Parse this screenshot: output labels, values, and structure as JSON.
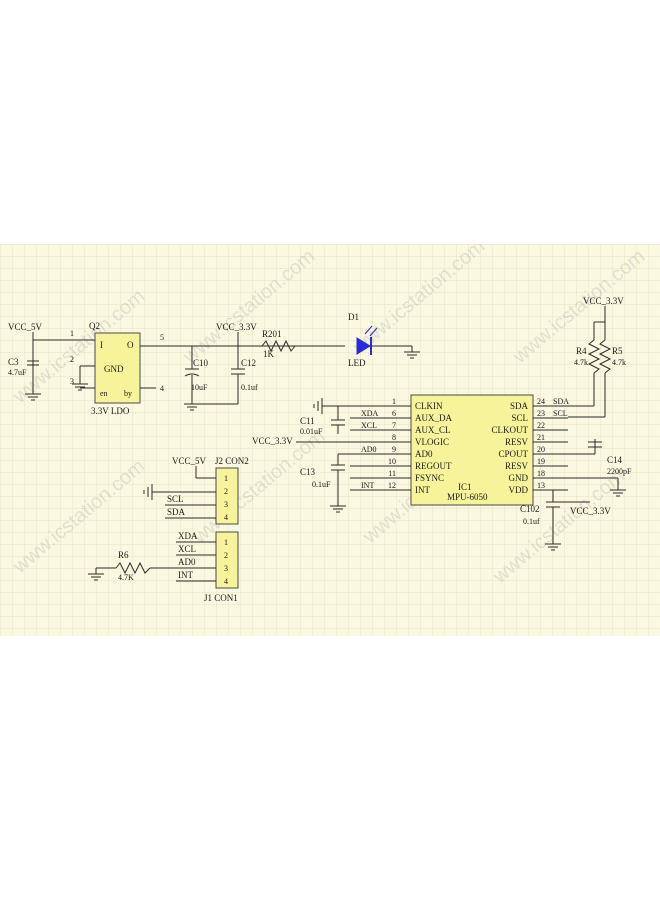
{
  "watermark": "www.icstation.com",
  "colors": {
    "grid_bg": "#fbf8e2",
    "grid_line": "#e2dcb8",
    "chip_fill": "#f6f39a",
    "led": "#2a2ad6"
  },
  "ldo": {
    "ref": "Q2",
    "pin_i": "I",
    "pin_o": "O",
    "pin_gnd": "GND",
    "pin_en": "en",
    "pin_by": "by",
    "name": "3.3V LDO",
    "pin1": "1",
    "pin2": "2",
    "pin3": "3",
    "pin4": "4",
    "pin5": "5"
  },
  "power": {
    "vcc5_a": "VCC_5V",
    "vcc33_a": "VCC_3.3V",
    "vcc33_b": "VCC_3.3V",
    "vcc33_c": "VCC_3.3V",
    "vcc33_d": "VCC_3.3V",
    "vcc5_b": "VCC_5V"
  },
  "caps": {
    "c3_ref": "C3",
    "c3_val": "4.7uF",
    "c10_ref": "C10",
    "c10_val": "10uF",
    "c12_ref": "C12",
    "c12_val": "0.1uf",
    "c11_ref": "C11",
    "c11_val": "0.01uF",
    "c13_ref": "C13",
    "c13_val": "0.1uF",
    "c14_ref": "C14",
    "c14_val": "2200pF",
    "c102_ref": "C102",
    "c102_val": "0.1uf"
  },
  "resistors": {
    "r201_ref": "R201",
    "r201_val": "1K",
    "r4_ref": "R4",
    "r4_val": "4.7k",
    "r5_ref": "R5",
    "r5_val": "4.7k",
    "r6_ref": "R6",
    "r6_val": "4.7K"
  },
  "led": {
    "ref": "D1",
    "name": "LED"
  },
  "ic": {
    "ref": "IC1",
    "part": "MPU-6050",
    "left_pins": [
      {
        "num": "1",
        "name": "CLKIN",
        "net": ""
      },
      {
        "num": "6",
        "name": "AUX_DA",
        "net": "XDA"
      },
      {
        "num": "7",
        "name": "AUX_CL",
        "net": "XCL"
      },
      {
        "num": "8",
        "name": "VLOGIC",
        "net": ""
      },
      {
        "num": "9",
        "name": "AD0",
        "net": "AD0"
      },
      {
        "num": "10",
        "name": "REGOUT",
        "net": ""
      },
      {
        "num": "11",
        "name": "FSYNC",
        "net": ""
      },
      {
        "num": "12",
        "name": "INT",
        "net": "INT"
      }
    ],
    "right_pins": [
      {
        "num": "24",
        "name": "SDA",
        "net": "SDA"
      },
      {
        "num": "23",
        "name": "SCL",
        "net": "SCL"
      },
      {
        "num": "22",
        "name": "CLKOUT",
        "net": ""
      },
      {
        "num": "21",
        "name": "RESV",
        "net": ""
      },
      {
        "num": "20",
        "name": "CPOUT",
        "net": ""
      },
      {
        "num": "19",
        "name": "RESV",
        "net": ""
      },
      {
        "num": "18",
        "name": "GND",
        "net": ""
      },
      {
        "num": "13",
        "name": "VDD",
        "net": ""
      }
    ]
  },
  "j2": {
    "ref": "J2 CON2",
    "pins": [
      "1",
      "2",
      "3",
      "4"
    ],
    "nets": [
      "SCL",
      "SDA"
    ]
  },
  "j1": {
    "ref": "J1 CON1",
    "pins": [
      "1",
      "2",
      "3",
      "4"
    ],
    "nets": [
      "XDA",
      "XCL",
      "AD0",
      "INT"
    ]
  }
}
